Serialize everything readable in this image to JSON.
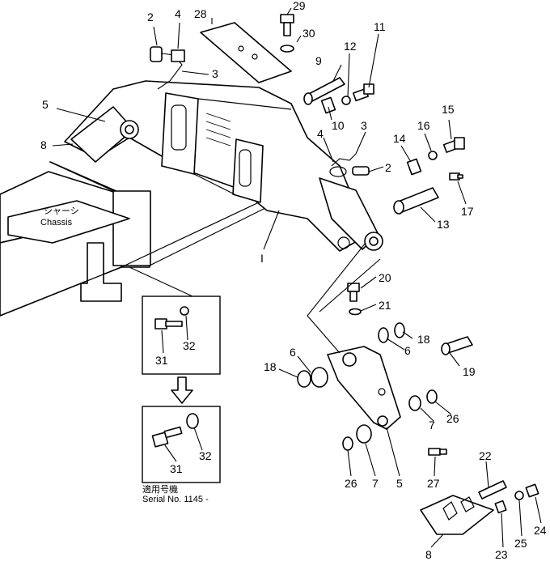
{
  "callouts": [
    {
      "id": "c29",
      "text": "29"
    },
    {
      "id": "c28",
      "text": "28"
    },
    {
      "id": "c30",
      "text": "30"
    },
    {
      "id": "c2a",
      "text": "2"
    },
    {
      "id": "c4a",
      "text": "4"
    },
    {
      "id": "c3a",
      "text": "3"
    },
    {
      "id": "c12",
      "text": "12"
    },
    {
      "id": "c11",
      "text": "11"
    },
    {
      "id": "c9",
      "text": "9"
    },
    {
      "id": "c5a",
      "text": "5"
    },
    {
      "id": "c8a",
      "text": "8"
    },
    {
      "id": "c10",
      "text": "10"
    },
    {
      "id": "c4b",
      "text": "4"
    },
    {
      "id": "c3b",
      "text": "3"
    },
    {
      "id": "c2b",
      "text": "2"
    },
    {
      "id": "c15",
      "text": "15"
    },
    {
      "id": "c16",
      "text": "16"
    },
    {
      "id": "c14",
      "text": "14"
    },
    {
      "id": "c17",
      "text": "17"
    },
    {
      "id": "c13",
      "text": "13"
    },
    {
      "id": "c1",
      "text": "I"
    },
    {
      "id": "c20",
      "text": "20"
    },
    {
      "id": "c21",
      "text": "21"
    },
    {
      "id": "c18a",
      "text": "18"
    },
    {
      "id": "c6a",
      "text": "6"
    },
    {
      "id": "c19",
      "text": "19"
    },
    {
      "id": "c6b",
      "text": "6"
    },
    {
      "id": "c18b",
      "text": "18"
    },
    {
      "id": "c7a",
      "text": "7"
    },
    {
      "id": "c26a",
      "text": "26"
    },
    {
      "id": "c31a",
      "text": "31"
    },
    {
      "id": "c32a",
      "text": "32"
    },
    {
      "id": "c31b",
      "text": "31"
    },
    {
      "id": "c32b",
      "text": "32"
    },
    {
      "id": "c26b",
      "text": "26"
    },
    {
      "id": "c7b",
      "text": "7"
    },
    {
      "id": "c5b",
      "text": "5"
    },
    {
      "id": "c27",
      "text": "27"
    },
    {
      "id": "c22",
      "text": "22"
    },
    {
      "id": "c23",
      "text": "23"
    },
    {
      "id": "c25",
      "text": "25"
    },
    {
      "id": "c24",
      "text": "24"
    },
    {
      "id": "c8b",
      "text": "8"
    }
  ],
  "chassis_label_jp": "シャーシ",
  "chassis_label": "Chassis",
  "serial_note_jp": "適用号機",
  "serial_note": "Serial No. 1145 -"
}
